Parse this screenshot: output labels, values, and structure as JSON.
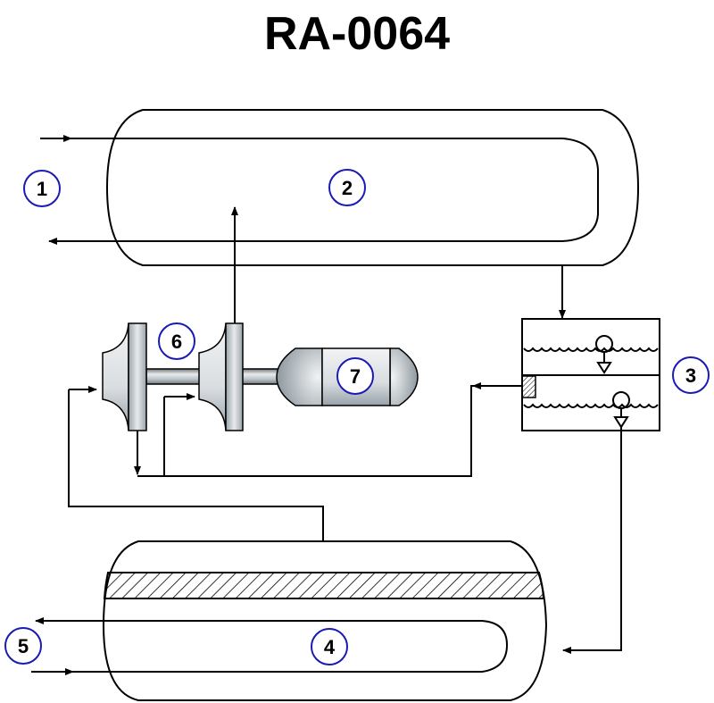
{
  "title": "RA-0064",
  "labels": [
    {
      "id": "1",
      "text": "1"
    },
    {
      "id": "2",
      "text": "2"
    },
    {
      "id": "3",
      "text": "3"
    },
    {
      "id": "4",
      "text": "4"
    },
    {
      "id": "5",
      "text": "5"
    },
    {
      "id": "6",
      "text": "6"
    },
    {
      "id": "7",
      "text": "7"
    }
  ],
  "colors": {
    "label_ring": "#1a1ab4",
    "line": "#000000",
    "machine_metal": "#c8ced4"
  }
}
